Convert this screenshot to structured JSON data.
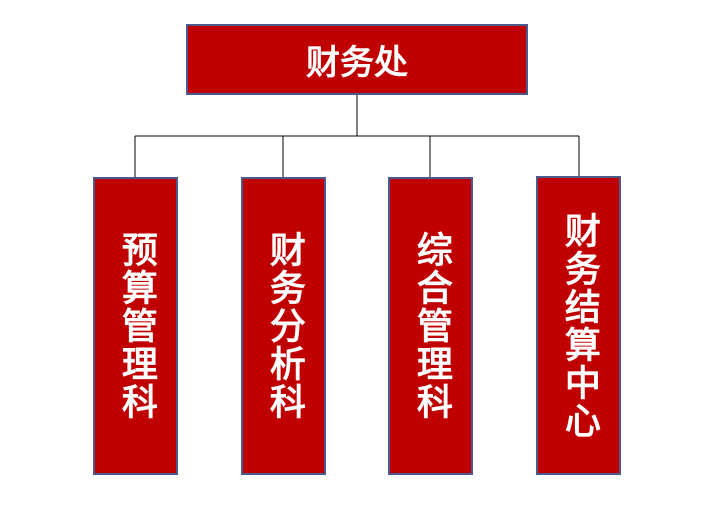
{
  "org_chart": {
    "root": {
      "label": "财务处"
    },
    "children": [
      {
        "label": "预算管理科"
      },
      {
        "label": "财务分析科"
      },
      {
        "label": "综合管理科"
      },
      {
        "label": "财务结算中心"
      }
    ]
  },
  "colors": {
    "box_fill": "#c00000",
    "box_border": "#4a5a8c",
    "text": "#ffffff",
    "connector": "#000000"
  }
}
